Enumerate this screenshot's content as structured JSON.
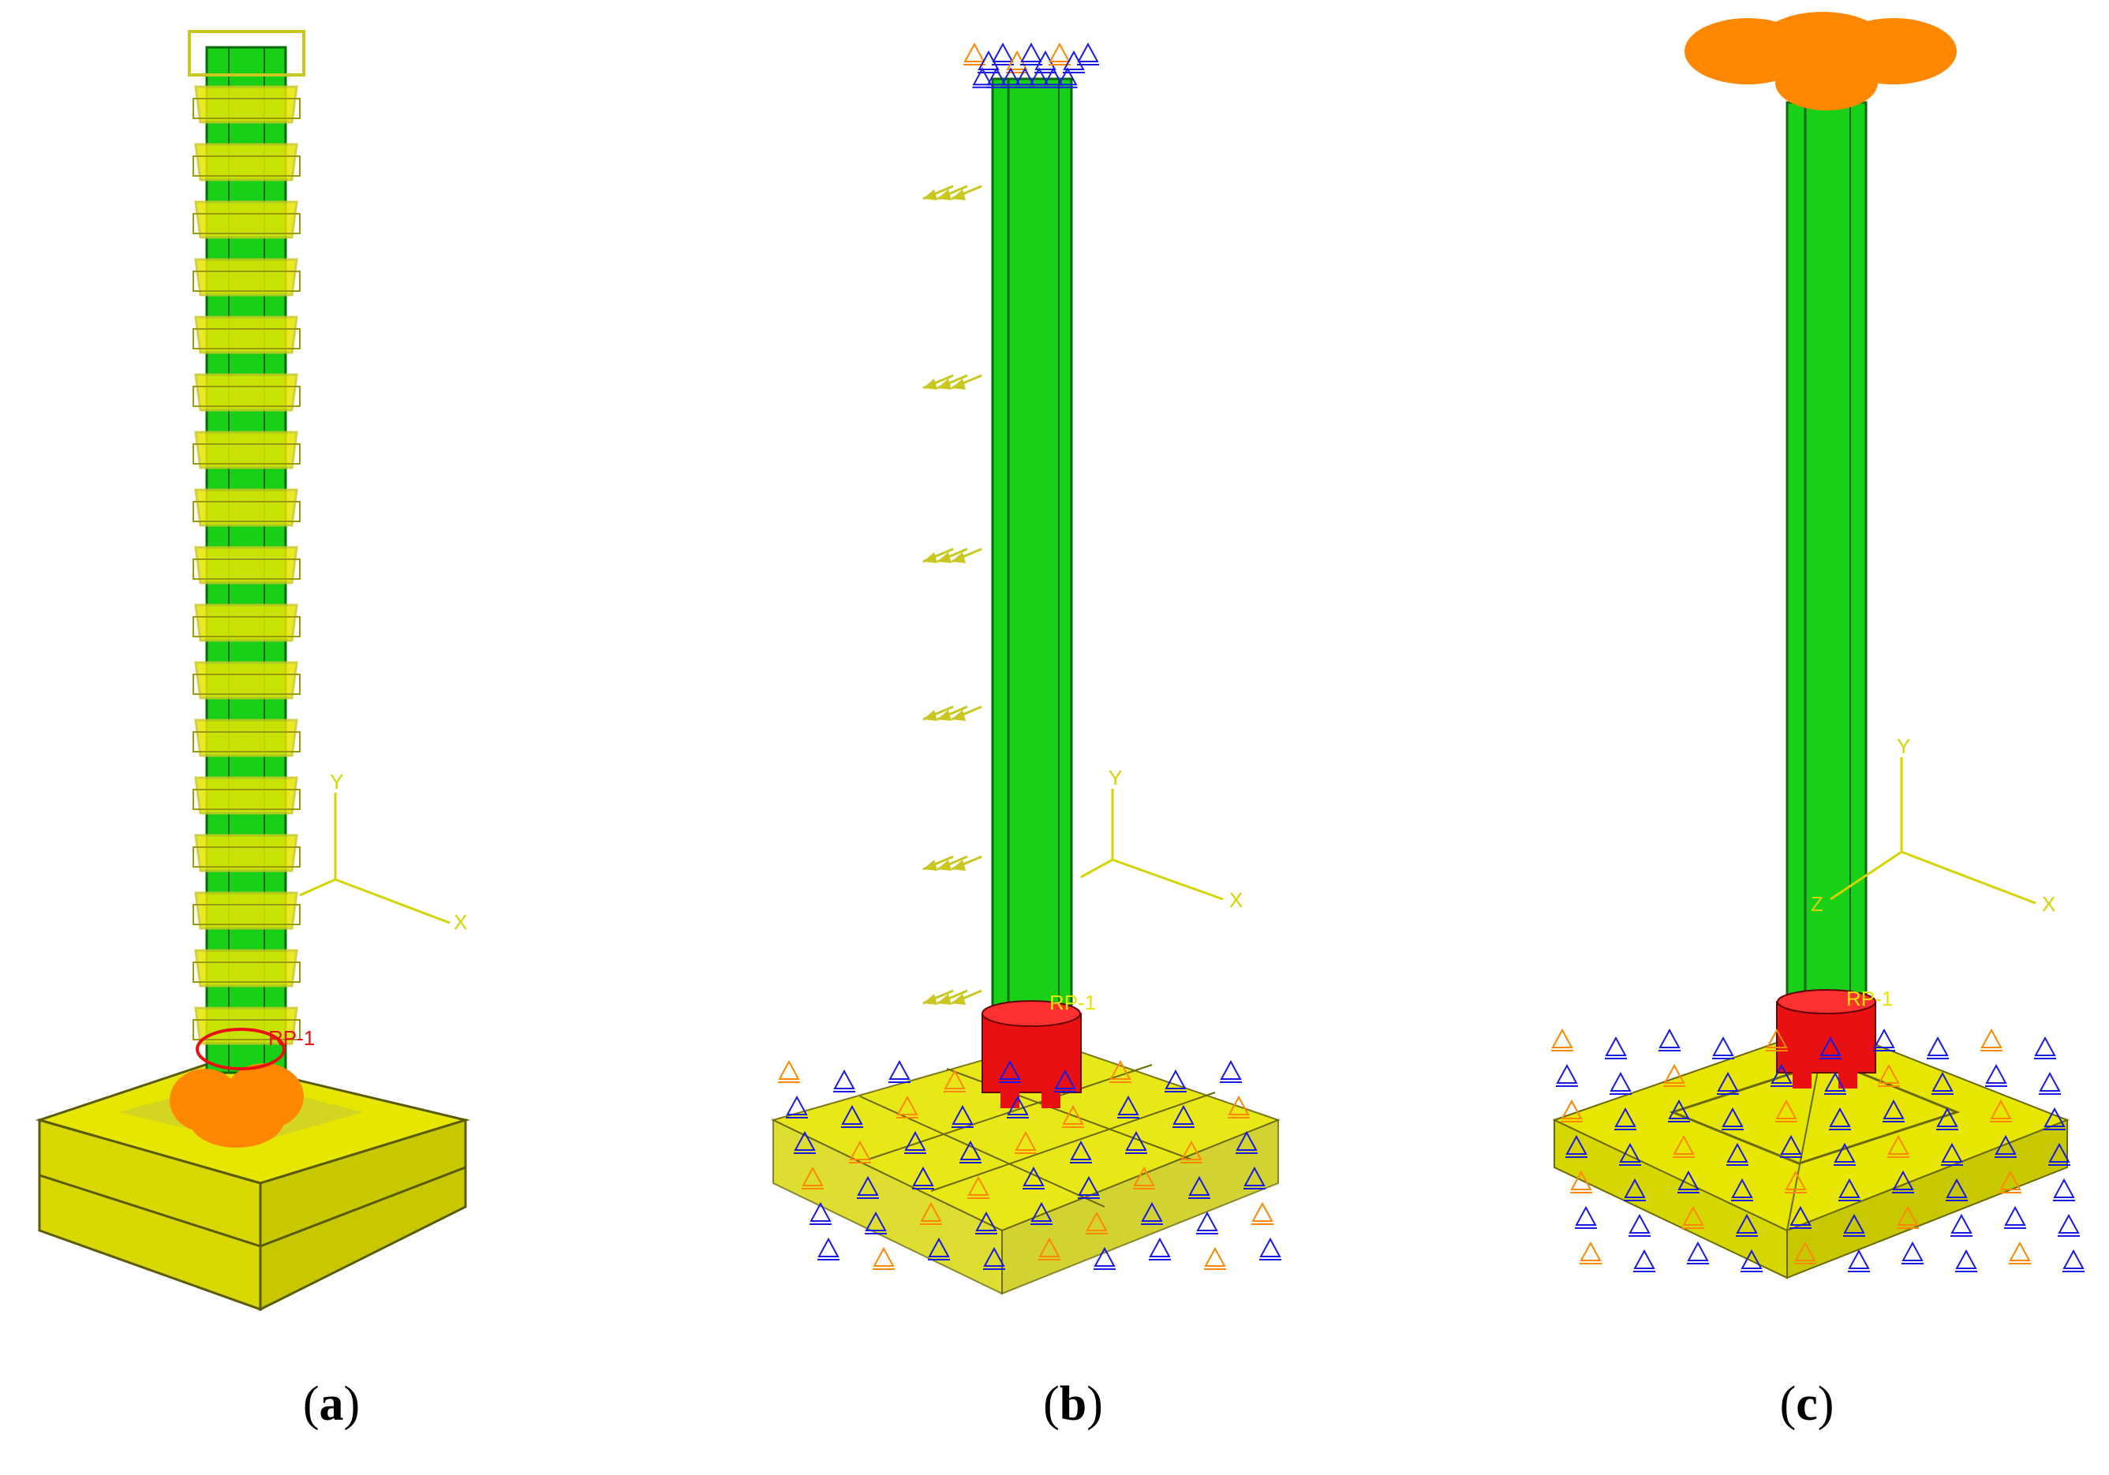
{
  "figure": {
    "panels": [
      {
        "id": "a",
        "caption_open": "(",
        "caption_letter": "a",
        "caption_close": ")",
        "ref_point_label": "RP-1",
        "axes": {
          "y": "Y",
          "x": "X"
        }
      },
      {
        "id": "b",
        "caption_open": "(",
        "caption_letter": "b",
        "caption_close": ")",
        "ref_point_label": "RP-1",
        "axes": {
          "y": "Y",
          "x": "X"
        }
      },
      {
        "id": "c",
        "caption_open": "(",
        "caption_letter": "c",
        "caption_close": ")",
        "ref_point_label": "RP-1",
        "axes": {
          "y": "Y",
          "x": "X",
          "z": "Z"
        }
      }
    ]
  },
  "colors": {
    "column_green": "#18d018",
    "foundation_yellow": "#e6e600",
    "constraint_blue": "#1a1ae6",
    "load_orange": "#ff8800",
    "sleeve_red": "#e81010",
    "tie_olive": "#c8c820"
  }
}
